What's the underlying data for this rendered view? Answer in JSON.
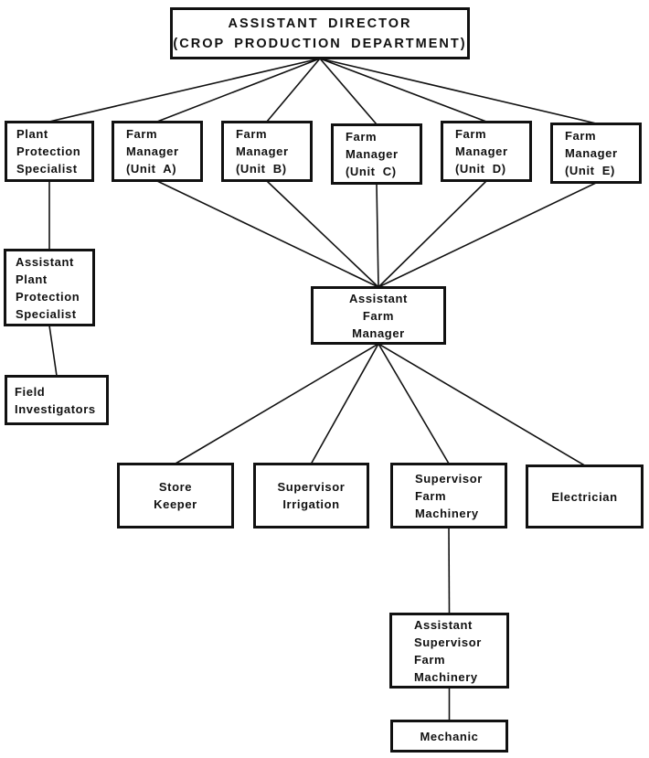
{
  "diagram": {
    "type": "org-chart",
    "colors": {
      "ink": "#111111",
      "background": "#ffffff"
    },
    "nodes": {
      "assistant_director": {
        "label": "ASSISTANT DIRECTOR\n(CROP PRODUCTION DEPARTMENT)"
      },
      "plant_protection_specialist": {
        "label": "Plant\nProtection\nSpecialist"
      },
      "farm_manager_a": {
        "label": "Farm\nManager\n(Unit A)"
      },
      "farm_manager_b": {
        "label": "Farm\nManager\n(Unit B)"
      },
      "farm_manager_c": {
        "label": "Farm\nManager\n(Unit C)"
      },
      "farm_manager_d": {
        "label": "Farm\nManager\n(Unit D)"
      },
      "farm_manager_e": {
        "label": "Farm\nManager\n(Unit E)"
      },
      "assistant_plant_protection_specialist": {
        "label": "Assistant\nPlant\nProtection\nSpecialist"
      },
      "field_investigators": {
        "label": "Field\nInvestigators"
      },
      "assistant_farm_manager": {
        "label": "Assistant\nFarm\nManager"
      },
      "store_keeper": {
        "label": "Store\nKeeper"
      },
      "supervisor_irrigation": {
        "label": "Supervisor\nIrrigation"
      },
      "supervisor_farm_machinery": {
        "label": "Supervisor\nFarm\nMachinery"
      },
      "electrician": {
        "label": "Electrician"
      },
      "assistant_supervisor_farm_machinery": {
        "label": "Assistant\nSupervisor\nFarm\nMachinery"
      },
      "mechanic": {
        "label": "Mechanic"
      }
    },
    "edges": [
      {
        "from": "assistant_director",
        "to": "plant_protection_specialist"
      },
      {
        "from": "assistant_director",
        "to": "farm_manager_a"
      },
      {
        "from": "assistant_director",
        "to": "farm_manager_b"
      },
      {
        "from": "assistant_director",
        "to": "farm_manager_c"
      },
      {
        "from": "assistant_director",
        "to": "farm_manager_d"
      },
      {
        "from": "assistant_director",
        "to": "farm_manager_e"
      },
      {
        "from": "plant_protection_specialist",
        "to": "assistant_plant_protection_specialist"
      },
      {
        "from": "assistant_plant_protection_specialist",
        "to": "field_investigators"
      },
      {
        "from": "farm_manager_a",
        "to": "assistant_farm_manager"
      },
      {
        "from": "farm_manager_b",
        "to": "assistant_farm_manager"
      },
      {
        "from": "farm_manager_c",
        "to": "assistant_farm_manager"
      },
      {
        "from": "farm_manager_d",
        "to": "assistant_farm_manager"
      },
      {
        "from": "farm_manager_e",
        "to": "assistant_farm_manager"
      },
      {
        "from": "assistant_farm_manager",
        "to": "store_keeper"
      },
      {
        "from": "assistant_farm_manager",
        "to": "supervisor_irrigation"
      },
      {
        "from": "assistant_farm_manager",
        "to": "supervisor_farm_machinery"
      },
      {
        "from": "assistant_farm_manager",
        "to": "electrician"
      },
      {
        "from": "supervisor_farm_machinery",
        "to": "assistant_supervisor_farm_machinery"
      },
      {
        "from": "assistant_supervisor_farm_machinery",
        "to": "mechanic"
      }
    ]
  }
}
